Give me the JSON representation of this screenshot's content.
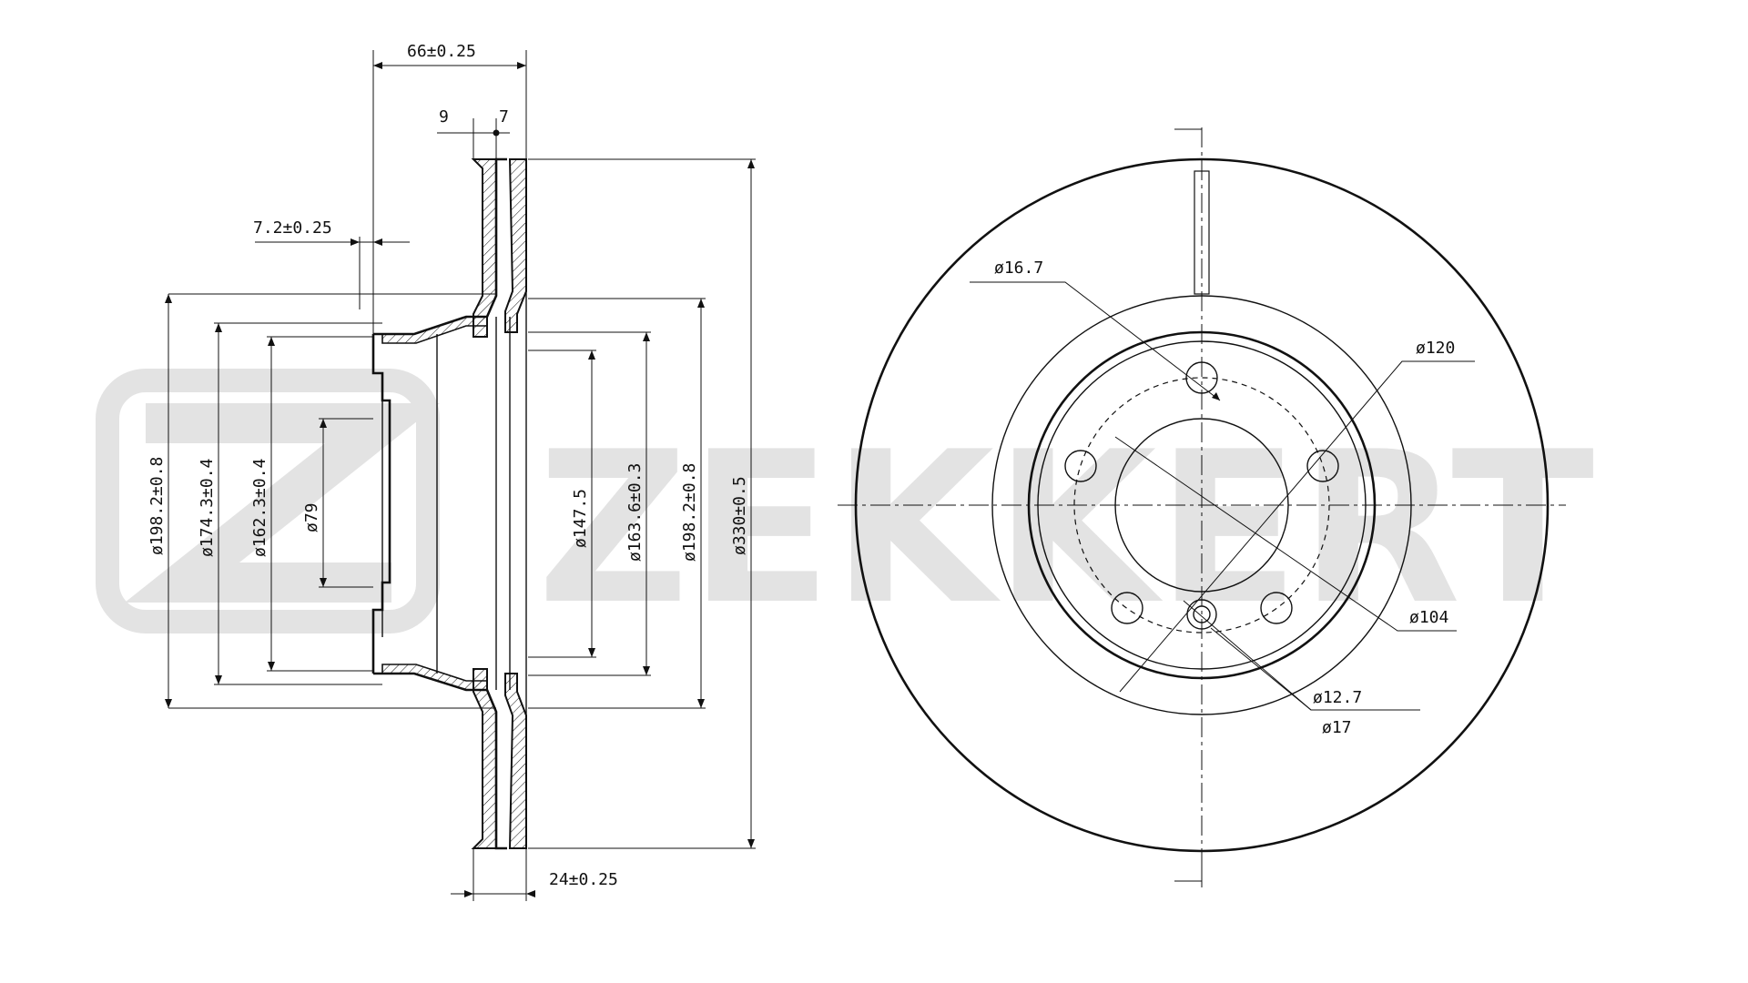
{
  "brand": {
    "watermark_text": "ZEKKERT",
    "watermark_color": "#e3e3e3",
    "logo_icon": "zz-logo-icon"
  },
  "side_view": {
    "top_dims": {
      "overall_width": "66±0.25",
      "left_plate": "9",
      "right_plate": "7",
      "hat_offset": "7.2±0.25"
    },
    "bottom_dims": {
      "disc_thickness": "24±0.25"
    },
    "left_diameters": [
      "ø198.2±0.8",
      "ø174.3±0.4",
      "ø162.3±0.4",
      "ø79"
    ],
    "right_diameters": [
      "ø147.5",
      "ø163.6±0.3",
      "ø198.2±0.8",
      "ø330±0.5"
    ]
  },
  "front_view": {
    "labels": {
      "hole_diameter": "ø16.7",
      "hub_diameter": "ø120",
      "bolt_circle": "ø104",
      "small_hole": "ø12.7",
      "small_hole_outer": "ø17"
    },
    "bolt_count": 5
  }
}
